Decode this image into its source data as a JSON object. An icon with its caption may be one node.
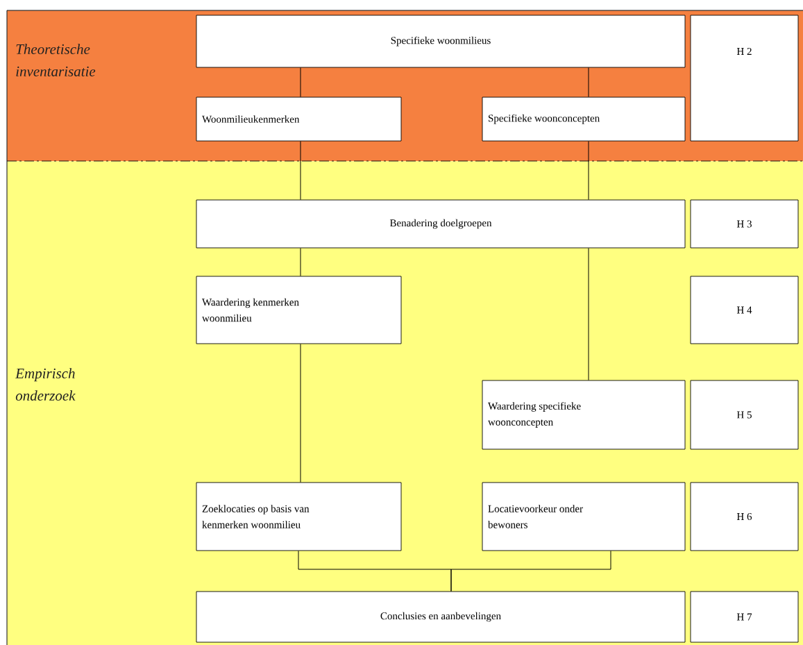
{
  "diagram": {
    "nodes": [
      {
        "text": [
          "Theoretische inventarisatie"
        ]
      },
      {
        "text": [
          "Specifieke woonmilieus"
        ],
        "in": 0
      },
      {
        "text": [
          "H 2"
        ],
        "in": 0
      },
      {
        "text": [
          "Woonmilieukenmerken"
        ],
        "in": 0
      },
      {
        "text": [
          "Specifieke woonconcepten"
        ],
        "in": 0
      },
      {
        "text": [
          "Empirisch onderzoek"
        ]
      },
      {
        "text": [
          "Benadering doelgroepen"
        ],
        "in": 5
      },
      {
        "text": [
          "H 3"
        ],
        "in": 5
      },
      {
        "text": [
          "Waardering kenmerken woonmilieu"
        ],
        "in": 5
      },
      {
        "text": [
          "H 4"
        ],
        "in": 5
      },
      {
        "text": [
          "Waardering specifieke woonconcepten"
        ],
        "in": 5
      },
      {
        "text": [
          "H 5"
        ],
        "in": 5
      },
      {
        "text": [
          "Zoeklocaties op basis van kenmerken woonmilieu"
        ],
        "in": 5
      },
      {
        "text": [
          "Locatievoorkeur onder bewoners"
        ],
        "in": 5
      },
      {
        "text": [
          "H 6"
        ],
        "in": 5
      },
      {
        "text": [
          "Conclusies en aanbevelingen"
        ],
        "in": 5
      },
      {
        "text": [
          "H 7"
        ],
        "in": 5
      }
    ],
    "edges": [
      {
        "from": 1,
        "to": 3,
        "arrow": "none"
      },
      {
        "from": 1,
        "to": 4,
        "arrow": "none"
      },
      {
        "from": 3,
        "to": 6,
        "arrow": "none"
      },
      {
        "from": 4,
        "to": 6,
        "arrow": "none"
      },
      {
        "from": 6,
        "to": 8,
        "arrow": "none"
      },
      {
        "from": 6,
        "to": 10,
        "arrow": "none"
      },
      {
        "from": 8,
        "to": 12,
        "arrow": "none"
      },
      {
        "from": 12,
        "to": 15,
        "arrow": "none"
      },
      {
        "from": 13,
        "to": 15,
        "arrow": "none"
      }
    ]
  }
}
